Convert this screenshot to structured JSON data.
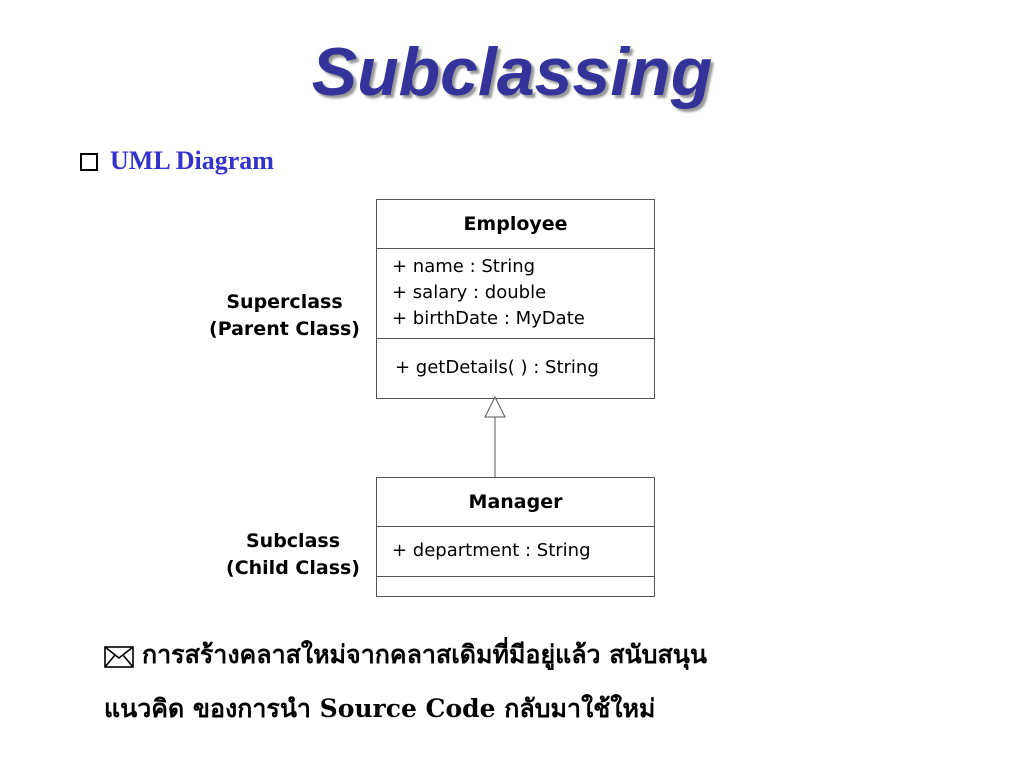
{
  "slide": {
    "title": "Subclassing",
    "bullet": "UML Diagram"
  },
  "superclass": {
    "label_line1": "Superclass",
    "label_line2": "(Parent Class)",
    "name": "Employee",
    "attributes": [
      "+ name : String",
      "+ salary : double",
      "+ birthDate : MyDate"
    ],
    "methods": [
      "+ getDetails( ) : String"
    ]
  },
  "subclass": {
    "label_line1": "Subclass",
    "label_line2": "(Child Class)",
    "name": "Manager",
    "attributes": [
      "+ department : String"
    ],
    "methods": []
  },
  "note": {
    "line1": "การสร้างคลาสใหม่จากคลาสเดิมที่มีอยู่แล้ว สนับสนุน",
    "line2": "แนวคิด ของการนำ Source Code กลับมาใช้ใหม่"
  },
  "icons": {
    "bullet": "hollow-square-bullet-icon",
    "note": "envelope-icon",
    "relation": "inheritance-arrow-icon"
  },
  "colors": {
    "title": "#333399",
    "bullet": "#3333cc",
    "text": "#000000",
    "border": "#555555"
  }
}
